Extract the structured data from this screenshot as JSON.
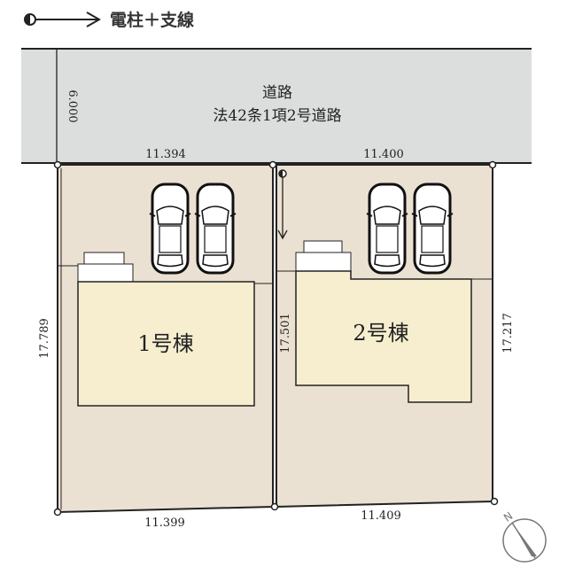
{
  "legend": {
    "icon": "utility-pole-icon",
    "label": "電柱＋支線"
  },
  "road": {
    "line1": "道路",
    "line2": "法42条1項2号道路",
    "width": "6.000"
  },
  "lots": [
    {
      "name": "1号棟",
      "top": "11.394",
      "bottom": "11.399",
      "side": "17.789"
    },
    {
      "name": "2号棟",
      "top": "11.400",
      "bottom": "11.409",
      "side": "17.501",
      "side2": "17.217"
    }
  ],
  "compass": {
    "label": "N"
  },
  "colors": {
    "road": "#dcdddd",
    "lot": "#ebe1d2",
    "house": "#f6eecf",
    "line": "#222222"
  }
}
